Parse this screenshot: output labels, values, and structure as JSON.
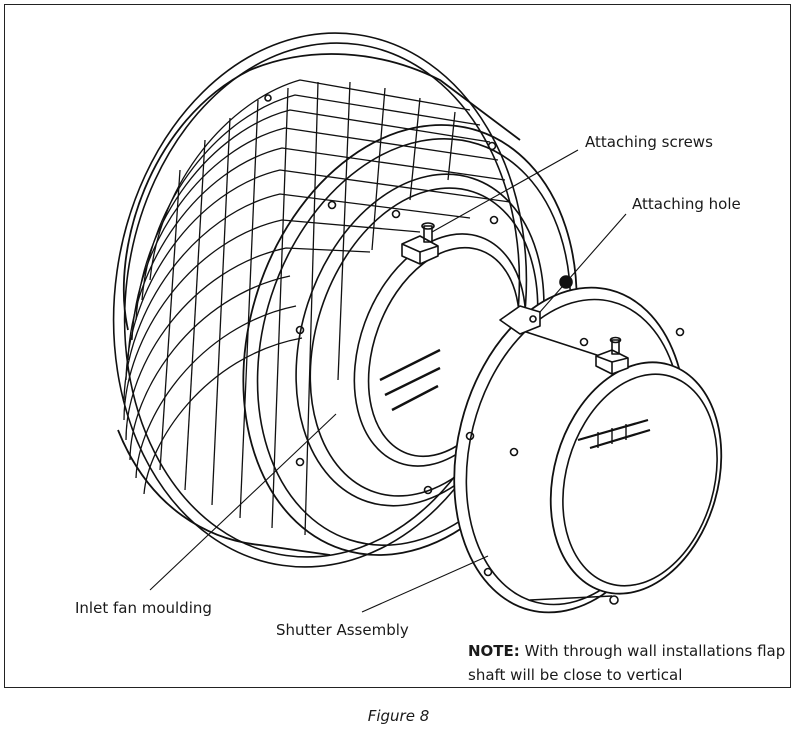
{
  "labels": {
    "attaching_screws": "Attaching screws",
    "attaching_hole": "Attaching hole",
    "inlet_fan_moulding": "Inlet fan moulding",
    "shutter_assembly": "Shutter Assembly"
  },
  "note": {
    "prefix": "NOTE:",
    "text": "With through wall installations flap shaft will be close to vertical"
  },
  "caption": "Figure 8",
  "colors": {
    "line": "#111111",
    "frame": "#222222",
    "fill": "#ffffff"
  }
}
